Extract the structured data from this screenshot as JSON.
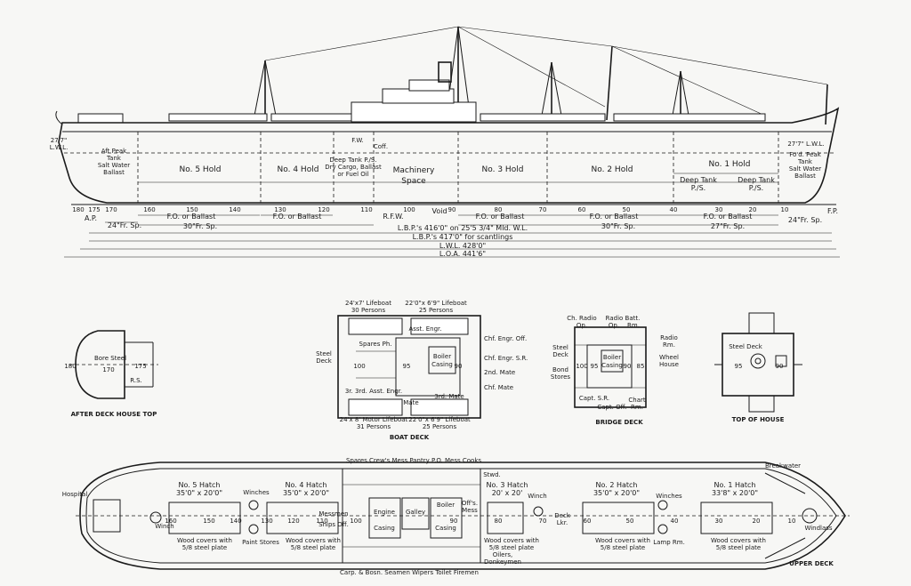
{
  "profile": {
    "holds": [
      "No. 5 Hold",
      "No. 4 Hold",
      "No. 3 Hold",
      "No. 2 Hold",
      "No. 1 Hold"
    ],
    "machinery": [
      "Machinery",
      "Space"
    ],
    "aft_peak": [
      "Aft Peak",
      "Tank",
      "Salt Water",
      "Ballast"
    ],
    "fore_peak": [
      "Fo'd. Peak",
      "Tank",
      "Salt Water",
      "Ballast"
    ],
    "deep_tank_ps": [
      "Deep Tank P./S.",
      "Dry Cargo, Ballast",
      "or Fuel Oil"
    ],
    "deep_tank_1": [
      "Deep Tank",
      "P./S."
    ],
    "deep_tank_2": [
      "Deep Tank",
      "P./S."
    ],
    "fw": "F.W.",
    "coff": "Coff.",
    "lwl_aft": [
      "27'7\"",
      "L.W.L."
    ],
    "lwl_fwd": "27'7\" L.W.L.",
    "frames": [
      "180",
      "175",
      "170",
      "160",
      "150",
      "140",
      "130",
      "120",
      "110",
      "100",
      "90",
      "80",
      "70",
      "60",
      "50",
      "40",
      "30",
      "20",
      "10"
    ],
    "ap": "A.P.",
    "fp": "F.P.",
    "void": "Void",
    "rfw": "R.F.W.",
    "fo_ballast": "F.O. or Ballast",
    "spacing_24_aft": "24\"Fr. Sp.",
    "spacing_24_fwd": "24\"Fr. Sp.",
    "spacing_30_aft": "30\"Fr. Sp.",
    "spacing_30_fwd": "30\"Fr. Sp.",
    "spacing_27": "27\"Fr. Sp.",
    "lbp1": "L.B.P.'s 416'0\" on 25'5 3/4\" Mld. W.L.",
    "lbp2": "L.B.P.'s 417'0\" for scantlings",
    "lwl": "L.W.L. 428'0\"",
    "loa": "L.O.A. 441'6\""
  },
  "after_deck_house": {
    "caption": "AFTER DECK HOUSE TOP",
    "bore_steel": "Bore Steel",
    "frames": [
      "180",
      "170",
      "175"
    ],
    "rs": "R.S."
  },
  "boat_deck": {
    "caption": "BOAT DECK",
    "lifeboat_top_left": [
      "24'x7' Lifeboat",
      "30 Persons"
    ],
    "lifeboat_top_right": [
      "22'0\"x 6'9\" Lifeboat",
      "25 Persons"
    ],
    "lifeboat_bot_left": [
      "24'x 8' Motor Lifeboat",
      "31 Persons"
    ],
    "lifeboat_bot_right": [
      "22'0\"x 6'9\" Lifeboat",
      "25 Persons"
    ],
    "steel_deck": [
      "Steel",
      "Deck"
    ],
    "spares_ph": "Spares Ph.",
    "asst_engr": "Asst. Engr.",
    "third_asst": "3r. 3rd. Asst. Engr.",
    "boiler_casing": [
      "Boiler",
      "Casing"
    ],
    "mate": "Mate",
    "third_mate": "3rd. Mate",
    "frames": [
      "100",
      "95",
      "90"
    ],
    "right_labels": [
      "Chf. Engr. Off.",
      "Chf. Engr. S.R.",
      "2nd. Mate",
      "Chf. Mate"
    ]
  },
  "bridge_deck": {
    "caption": "BRIDGE DECK",
    "top_labels": [
      "Ch. Radio",
      "Op.",
      "Radio Batt.",
      "Op.",
      "Rm."
    ],
    "radio_rm": [
      "Radio",
      "Rm."
    ],
    "wheel_house": [
      "Wheel",
      "House"
    ],
    "steel_deck": [
      "Steel",
      "Deck"
    ],
    "bond_stores": [
      "Bond",
      "Stores"
    ],
    "boiler_casing": [
      "Boiler",
      "Casing"
    ],
    "capt_sr": "Capt. S.R.",
    "capt_off": "Capt. Off.",
    "chart_rm": [
      "Chart",
      "Rm."
    ],
    "frames": [
      "100",
      "95",
      "90",
      "85"
    ]
  },
  "top_of_house": {
    "caption": "TOP OF HOUSE",
    "steel_deck": "Steel Deck",
    "frames": [
      "95",
      "90"
    ]
  },
  "upper_deck": {
    "caption": "UPPER DECK",
    "hospital": "Hospital",
    "top_rooms": "Spares Crew's Mess Pantry P.O. Mess Cooks",
    "hatch5": [
      "No. 5 Hatch",
      "35'0\" x 20'0\""
    ],
    "hatch4": [
      "No. 4 Hatch",
      "35'0\" x 20'0\""
    ],
    "hatch3": [
      "No. 3 Hatch",
      "20' x 20'"
    ],
    "hatch2": [
      "No. 2 Hatch",
      "35'0\" x 20'0\""
    ],
    "hatch1": [
      "No. 1 Hatch",
      "33'8\" x 20'0\""
    ],
    "winches": "Winches",
    "winch": "Winch",
    "winch3": "Winch",
    "winches2": "Winches",
    "winch_aft": "Winch",
    "stwd": "Stwd.",
    "messmen": "Messmen",
    "ships_off": "Ships Off.",
    "engine_casing": [
      "Engine",
      "Casing"
    ],
    "galley": "Galley",
    "boiler_casing": [
      "Boiler",
      "Casing"
    ],
    "offs_mess": [
      "Off's.",
      "Mess"
    ],
    "deck_lkr": [
      "Deck",
      "Lkr."
    ],
    "paint_stores": "Paint Stores",
    "lamp_rm": "Lamp Rm.",
    "breakwater": "Breakwater",
    "windlass": "Windlass",
    "covers5": [
      "Wood covers with",
      "5/8 steel plate"
    ],
    "covers4": [
      "Wood covers with",
      "5/8 steel plate"
    ],
    "covers3": [
      "Wood covers with",
      "5/8 steel plate"
    ],
    "covers2": [
      "Wood covers with",
      "5/8 steel plate"
    ],
    "covers1": [
      "Wood covers with",
      "5/8 steel plate"
    ],
    "oilers": [
      "Oilers,",
      "Donkeymen"
    ],
    "bottom_rooms": "Carp. & Bosn.   Seamen   Wipers Toilet Firemen",
    "frames": [
      "160",
      "150",
      "140",
      "130",
      "120",
      "110",
      "100",
      "90",
      "80",
      "70",
      "60",
      "50",
      "40",
      "30",
      "20",
      "10"
    ]
  }
}
